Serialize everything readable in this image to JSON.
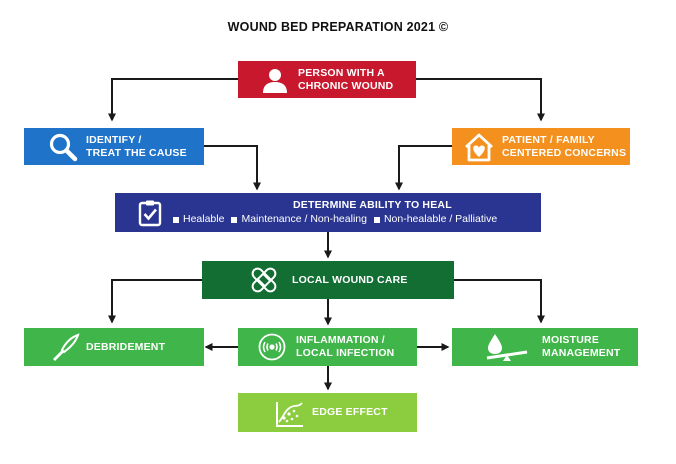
{
  "title": "WOUND BED PREPARATION 2021 ©",
  "colors": {
    "person": "#c8182e",
    "identify": "#1f73c9",
    "patient": "#f3901e",
    "heal": "#2a3592",
    "local": "#136e34",
    "green": "#40b549",
    "edge": "#8ccd3f"
  },
  "nodes": {
    "person": {
      "label": "PERSON WITH A\nCHRONIC WOUND",
      "icon": "person-icon"
    },
    "identify": {
      "label": "IDENTIFY /\nTREAT THE CAUSE",
      "icon": "magnifier-icon"
    },
    "patient": {
      "label": "PATIENT / FAMILY\nCENTERED CONCERNS",
      "icon": "house-heart-icon"
    },
    "heal": {
      "label": "DETERMINE ABILITY TO HEAL",
      "icon": "clipboard-check-icon",
      "options": [
        "Healable",
        "Maintenance / Non-healing",
        "Non-healable / Palliative"
      ]
    },
    "local": {
      "label": "LOCAL WOUND CARE",
      "icon": "bandage-icon"
    },
    "debridement": {
      "label": "DEBRIDEMENT",
      "icon": "scalpel-icon"
    },
    "inflammation": {
      "label": "INFLAMMATION /\nLOCAL INFECTION",
      "icon": "radiating-circle-icon"
    },
    "moisture": {
      "label": "MOISTURE\nMANAGEMENT",
      "icon": "droplet-scale-icon"
    },
    "edge": {
      "label": "EDGE EFFECT",
      "icon": "wound-edge-icon"
    }
  }
}
